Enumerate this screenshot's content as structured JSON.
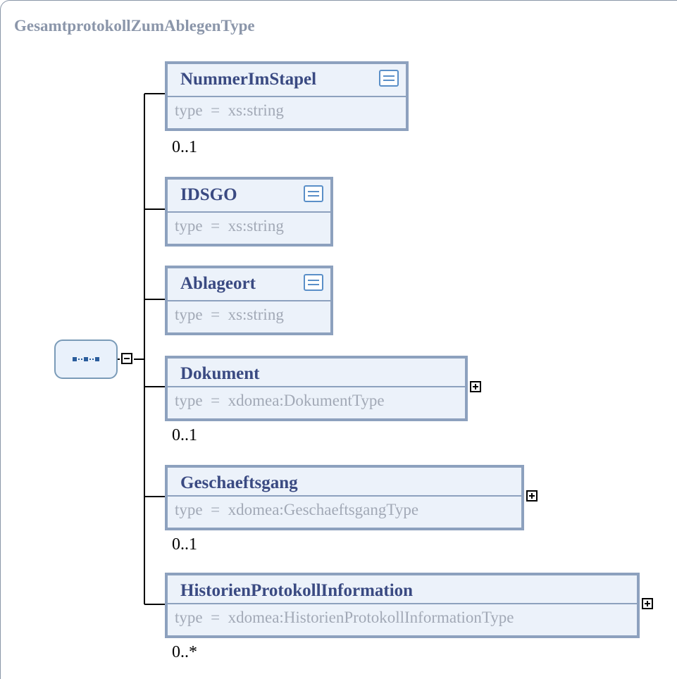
{
  "diagram": {
    "title": "GesamtprotokollZumAblegenType",
    "elements": [
      {
        "name": "NummerImStapel",
        "type_label": "type",
        "equals": "=",
        "type_value": "xs:string",
        "occurrence": "0..1",
        "icon": "documentation-icon"
      },
      {
        "name": "IDSGO",
        "type_label": "type",
        "equals": "=",
        "type_value": "xs:string",
        "occurrence": "",
        "icon": "documentation-icon"
      },
      {
        "name": "Ablageort",
        "type_label": "type",
        "equals": "=",
        "type_value": "xs:string",
        "occurrence": "",
        "icon": "documentation-icon"
      },
      {
        "name": "Dokument",
        "type_label": "type",
        "equals": "=",
        "type_value": "xdomea:DokumentType",
        "occurrence": "0..1",
        "icon": "expand-plus-icon"
      },
      {
        "name": "Geschaeftsgang",
        "type_label": "type",
        "equals": "=",
        "type_value": "xdomea:GeschaeftsgangType",
        "occurrence": "0..1",
        "icon": "expand-plus-icon"
      },
      {
        "name": "HistorienProtokollInformation",
        "type_label": "type",
        "equals": "=",
        "type_value": "xdomea:HistorienProtokollInformationType",
        "occurrence": "0..*",
        "icon": "expand-plus-icon"
      }
    ],
    "compositor": {
      "kind": "sequence",
      "icon": "sequence-compositor-icon",
      "toggle_icon": "collapse-minus-icon"
    },
    "colors": {
      "title": "#8b96aa",
      "element_border": "#8da1be",
      "element_fill": "#ecf2fa",
      "element_name": "#3a4a82",
      "type_text": "#a2a9b6",
      "connector": "#000000"
    }
  }
}
